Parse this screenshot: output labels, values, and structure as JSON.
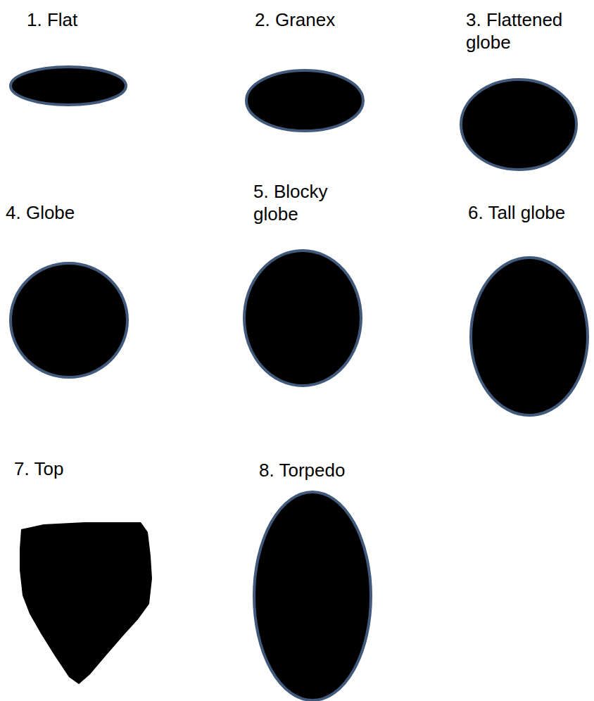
{
  "diagram": {
    "labels": [
      "1. Flat",
      "2. Granex",
      "3. Flattened globe",
      "4. Globe",
      "5. Blocky globe",
      "6. Tall globe",
      "7. Top",
      "8. Torpedo"
    ]
  }
}
